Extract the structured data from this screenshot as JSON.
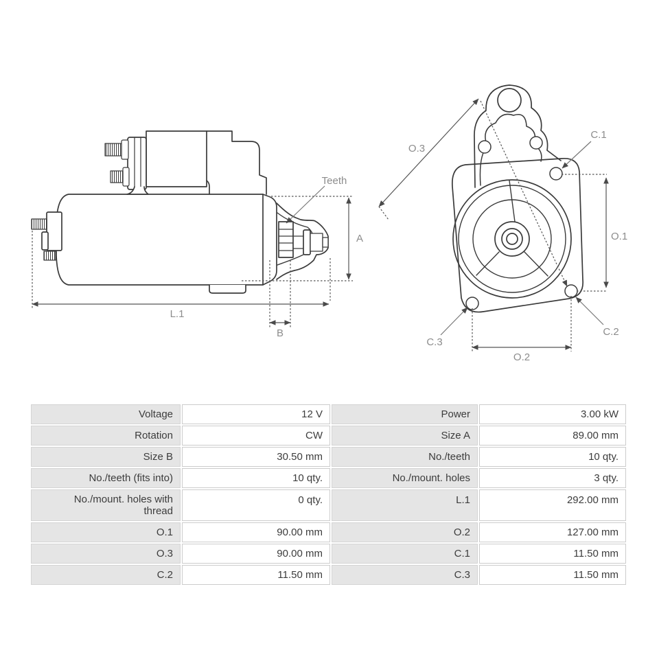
{
  "diagram": {
    "side_view_labels": {
      "teeth": "Teeth",
      "total_length": "L.1",
      "size_a": "A",
      "size_b": "B"
    },
    "front_view_labels": {
      "o3": "O.3",
      "c1": "C.1",
      "o1": "O.1",
      "c2": "C.2",
      "c3": "C.3",
      "o2": "O.2"
    }
  },
  "spec_table": {
    "rows": [
      {
        "label_a": "Voltage",
        "value_a": "12 V",
        "label_b": "Power",
        "value_b": "3.00 kW"
      },
      {
        "label_a": "Rotation",
        "value_a": "CW",
        "label_b": "Size A",
        "value_b": "89.00 mm"
      },
      {
        "label_a": "Size B",
        "value_a": "30.50 mm",
        "label_b": "No./teeth",
        "value_b": "10 qty."
      },
      {
        "label_a": "No./teeth (fits into)",
        "value_a": "10 qty.",
        "label_b": "No./mount. holes",
        "value_b": "3 qty."
      },
      {
        "label_a": "No./mount. holes with thread",
        "value_a": "0 qty.",
        "label_b": "L.1",
        "value_b": "292.00 mm"
      },
      {
        "label_a": "O.1",
        "value_a": "90.00 mm",
        "label_b": "O.2",
        "value_b": "127.00 mm"
      },
      {
        "label_a": "O.3",
        "value_a": "90.00 mm",
        "label_b": "C.1",
        "value_b": "11.50 mm"
      },
      {
        "label_a": "C.2",
        "value_a": "11.50 mm",
        "label_b": "C.3",
        "value_b": "11.50 mm"
      }
    ]
  },
  "colors": {
    "part_outline": "#3a3a3a",
    "dimension_line": "#555555",
    "label_gray": "#8c8c8c",
    "table_label_bg": "#e5e5e5",
    "table_border": "#cccccc",
    "table_text": "#3c3c3c"
  }
}
